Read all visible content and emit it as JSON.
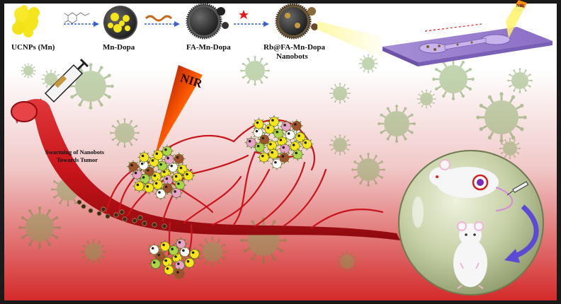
{
  "steps": [
    {
      "label": "UCNPs (Mn)"
    },
    {
      "label": "Mn-Dopa"
    },
    {
      "label": "FA-Mn-Dopa"
    },
    {
      "label": "Rb@FA-Mn-Dopa",
      "label2": "Nanobots"
    }
  ],
  "nir_label": "NIR",
  "swarm_label_line1": "Swarming of Nanobots",
  "swarm_label_line2": "Towards Tumor",
  "colors": {
    "frame": "#1a1a1a",
    "background_top": "#ffffff",
    "background_bottom": "#d42a2a",
    "vessel": "#c8141a",
    "arrow": "#3a5fd0",
    "nanoparticle_yellow": "#f5e51c",
    "sphere": "#b9c79a"
  },
  "icons": [
    "syringe-icon",
    "virus-icon",
    "nanoparticle-icon",
    "mouse-icon",
    "laser-beam-icon",
    "microchannel-chip-icon"
  ]
}
